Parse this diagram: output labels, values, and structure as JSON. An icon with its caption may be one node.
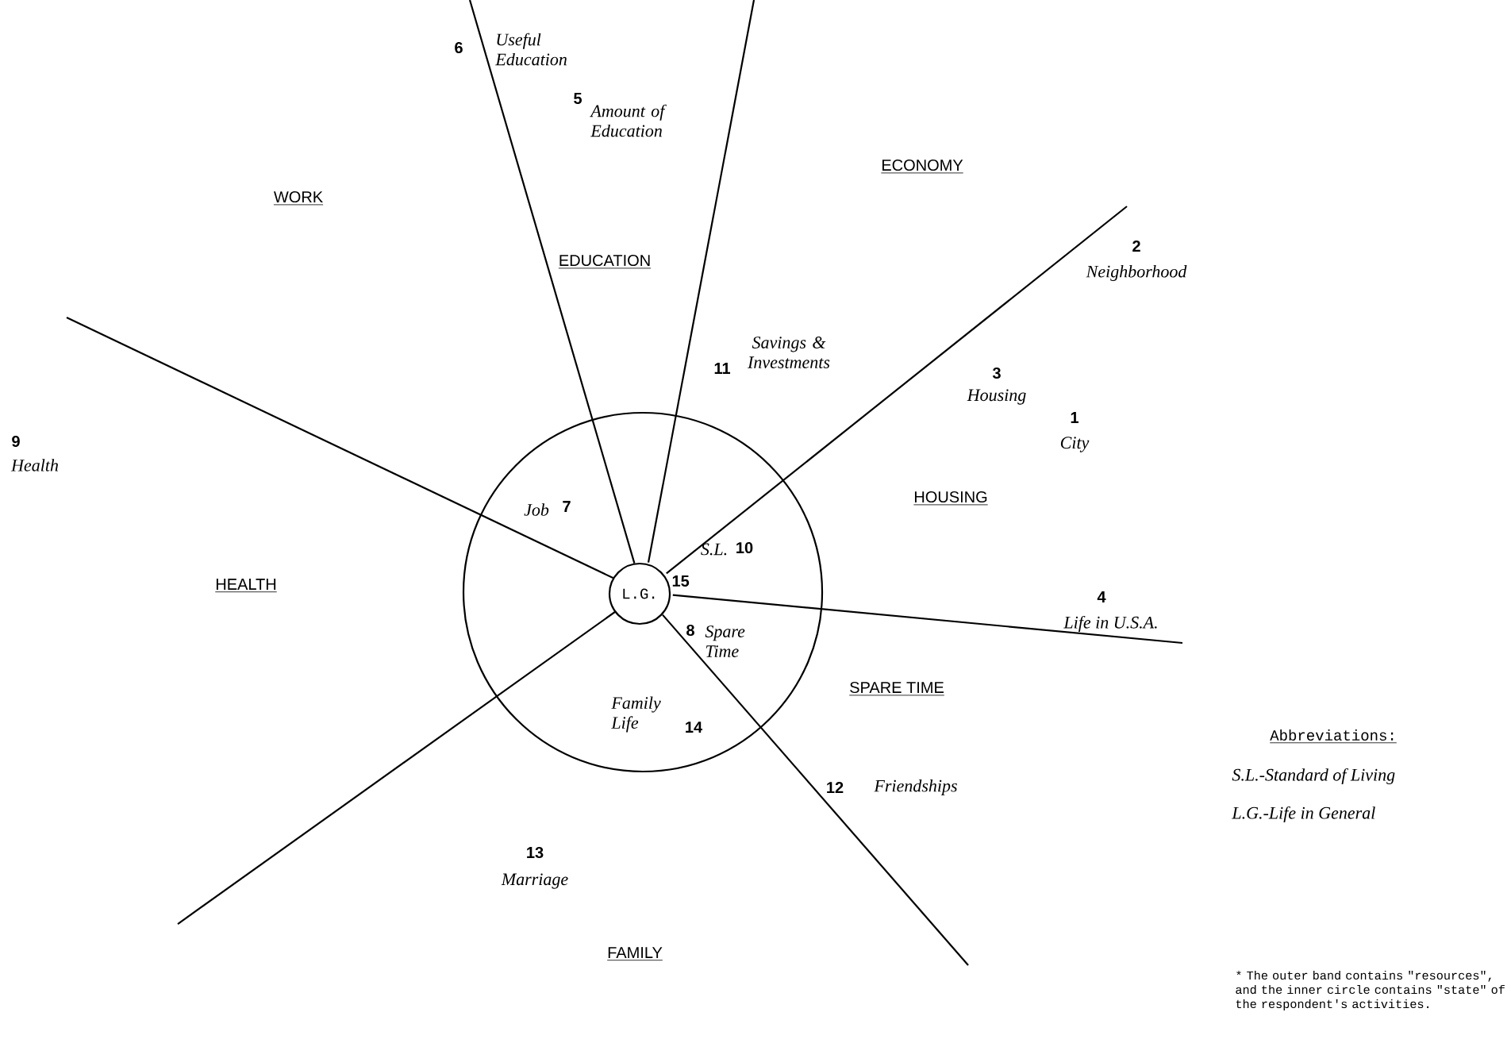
{
  "diagram": {
    "nodes": [
      {
        "text": [],
        "shape": "circle"
      },
      {
        "text": [
          "L.G."
        ],
        "in": 0,
        "beside": [
          "15"
        ]
      }
    ],
    "labels": [
      "6",
      "Useful Education",
      "5",
      "Amount of Education",
      "ECONOMY",
      "WORK",
      "EDUCATION",
      "2",
      "Neighborhood",
      "Savings & Investments",
      "11",
      "3",
      "Housing",
      "1",
      "City",
      "9",
      "Health",
      "Job",
      "7",
      "S.L.",
      "10",
      "HOUSING",
      "4",
      "Life in U.S.A.",
      "HEALTH",
      "8",
      "Spare Time",
      "SPARE TIME",
      "Family Life",
      "14",
      "12",
      "Friendships",
      "Abbreviations:",
      "S.L.-Standard of Living",
      "L.G.-Life in General",
      "13",
      "Marriage",
      "FAMILY",
      "* The outer band contains \"resources\", and the inner circle contains \"state\" of the respondent's activities."
    ]
  }
}
